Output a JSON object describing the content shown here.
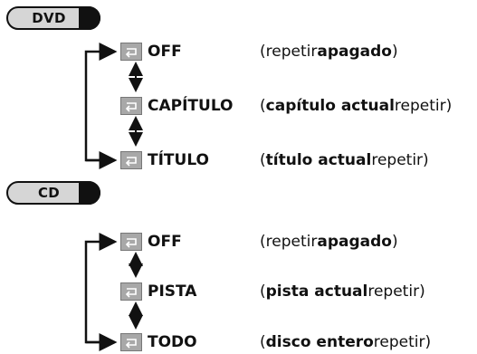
{
  "sections": [
    {
      "mode_label": "DVD",
      "options": [
        {
          "name": "OFF",
          "desc_prefix": "(",
          "desc_bold": "",
          "desc_mid": "repetir ",
          "desc_bold2": "apagado",
          "desc_suffix": ")"
        },
        {
          "name": "CAPÍTULO",
          "desc_prefix": "(",
          "desc_bold": "capítulo actual",
          "desc_mid": " repetir",
          "desc_bold2": "",
          "desc_suffix": ")"
        },
        {
          "name": "TÍTULO",
          "desc_prefix": "(",
          "desc_bold": "título actual",
          "desc_mid": " repetir",
          "desc_bold2": "",
          "desc_suffix": ")"
        }
      ]
    },
    {
      "mode_label": "CD",
      "options": [
        {
          "name": "OFF",
          "desc_prefix": "(",
          "desc_bold": "",
          "desc_mid": "repetir ",
          "desc_bold2": "apagado",
          "desc_suffix": ")"
        },
        {
          "name": "PISTA",
          "desc_prefix": "(",
          "desc_bold": "pista actual",
          "desc_mid": " repetir",
          "desc_bold2": "",
          "desc_suffix": ")"
        },
        {
          "name": "TODO",
          "desc_prefix": "(",
          "desc_bold": "disco entero",
          "desc_mid": " repetir",
          "desc_bold2": "",
          "desc_suffix": ")"
        }
      ]
    }
  ],
  "icons": {
    "repeat": "repeat-icon"
  },
  "colors": {
    "pill_fill": "#d6d6d6",
    "pill_cap": "#111111",
    "icon_fill": "#a8a8a8",
    "line": "#111111"
  }
}
